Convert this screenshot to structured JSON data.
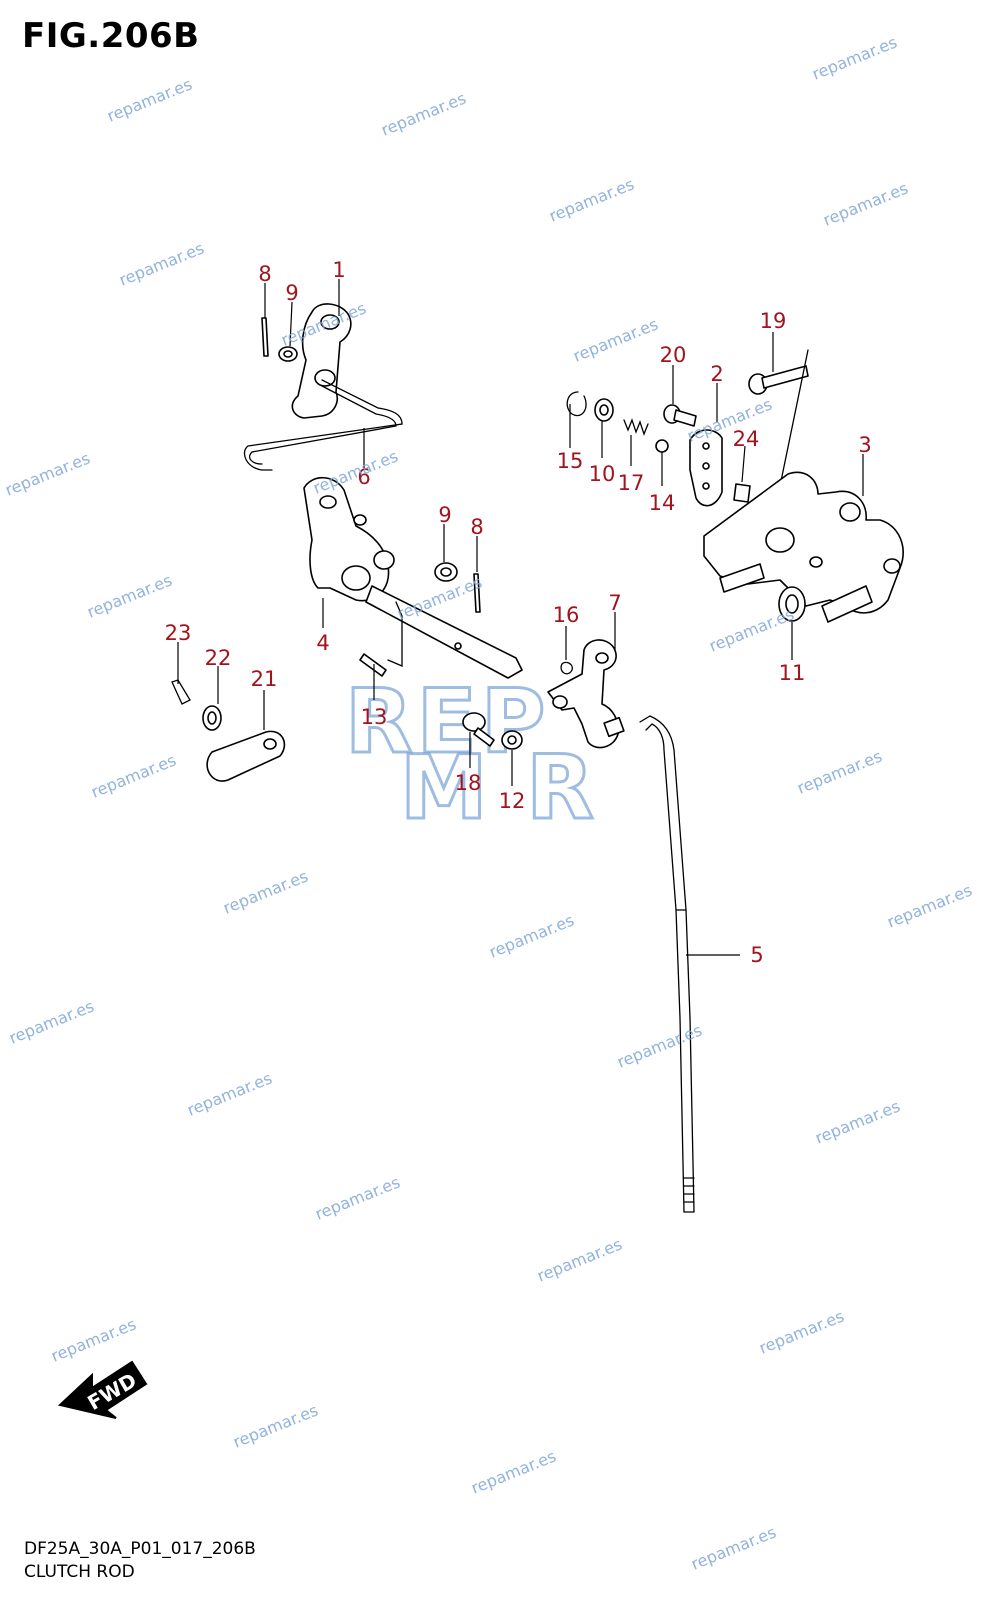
{
  "figure": {
    "title": "FIG.206B",
    "code": "DF25A_30A_P01_017_206B",
    "name": "CLUTCH ROD"
  },
  "watermark": {
    "text": "repamar.es",
    "logo_top": "REP",
    "logo_bottom": "M R",
    "color": "#7fa6d8"
  },
  "direction_badge": {
    "label": "FWD"
  },
  "callouts": [
    "1",
    "2",
    "3",
    "4",
    "5",
    "6",
    "7",
    "8",
    "8",
    "9",
    "9",
    "10",
    "11",
    "12",
    "13",
    "14",
    "15",
    "16",
    "17",
    "18",
    "19",
    "20",
    "21",
    "22",
    "23",
    "24"
  ],
  "colors": {
    "callout": "#a0141e",
    "line": "#000000",
    "watermark": "#7fa6d8"
  }
}
